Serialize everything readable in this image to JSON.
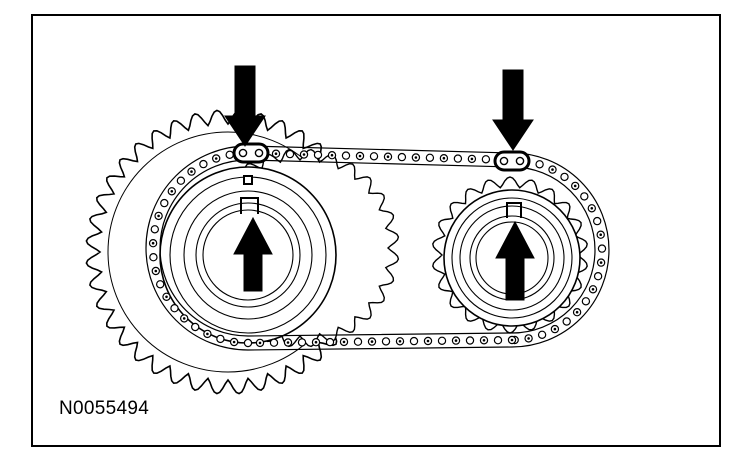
{
  "figure": {
    "id_label": "N0055494",
    "colors": {
      "line": "#000000",
      "fill": "#ffffff"
    },
    "components": [
      "crankshaft-sprocket",
      "camshaft-sprocket",
      "large-gear",
      "medium-gear",
      "timing-chain",
      "copper-link-left",
      "copper-link-right",
      "timing-mark-left",
      "timing-mark-right",
      "arrow-down-left",
      "arrow-down-right",
      "arrow-up-left",
      "arrow-up-right"
    ]
  }
}
